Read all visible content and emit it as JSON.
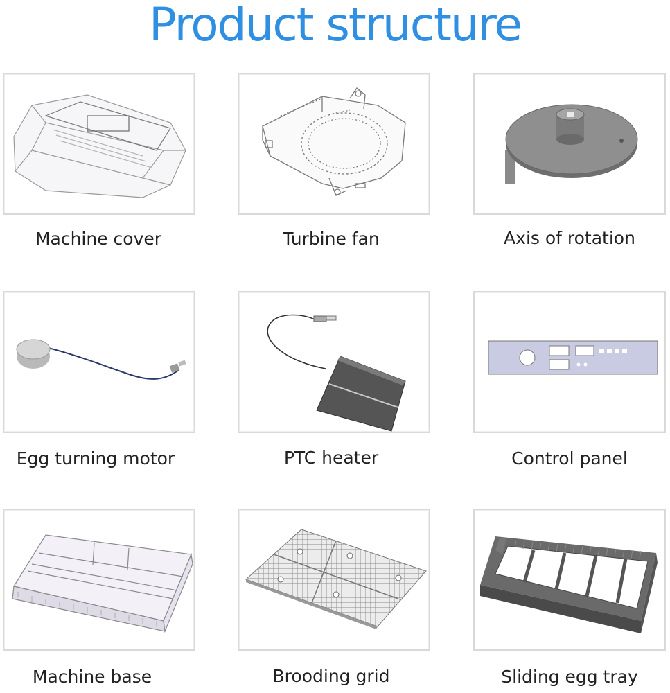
{
  "title": "Product structure",
  "items": [
    {
      "label": "Machine cover",
      "icon": "machine-cover-icon"
    },
    {
      "label": "Turbine fan",
      "icon": "turbine-fan-icon"
    },
    {
      "label": "Axis of rotation",
      "icon": "axis-of-rotation-icon"
    },
    {
      "label": "Egg turning motor",
      "icon": "egg-turning-motor-icon"
    },
    {
      "label": "PTC heater",
      "icon": "ptc-heater-icon"
    },
    {
      "label": "Control panel",
      "icon": "control-panel-icon"
    },
    {
      "label": "Machine base",
      "icon": "machine-base-icon"
    },
    {
      "label": "Brooding grid",
      "icon": "brooding-grid-icon"
    },
    {
      "label": "Sliding egg tray",
      "icon": "sliding-egg-tray-icon"
    }
  ],
  "colors": {
    "title": "#2f8fe2",
    "border": "#d9d9d9",
    "part_gray": "#8a8a8a"
  }
}
